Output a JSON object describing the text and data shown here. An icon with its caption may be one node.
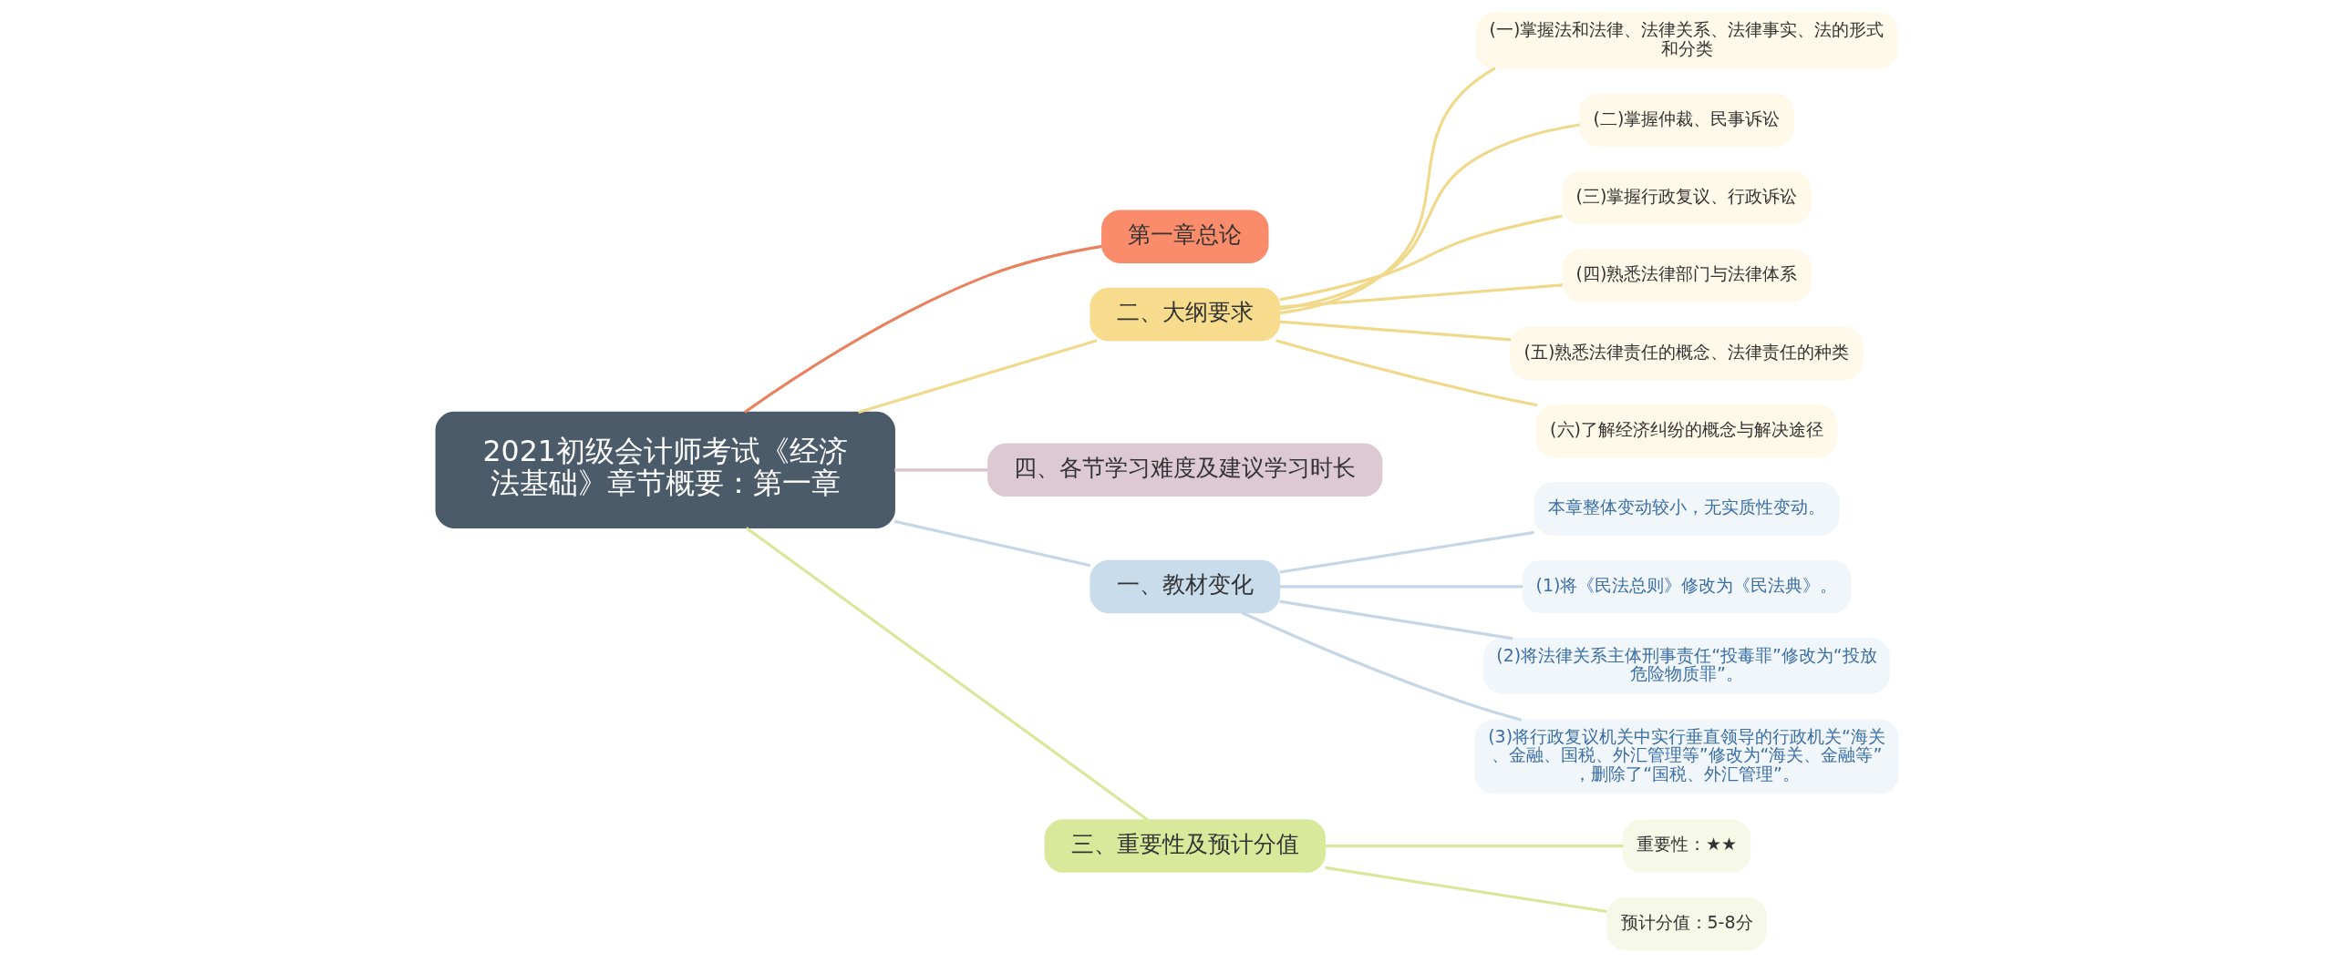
{
  "diagram": {
    "nodes": [
      {
        "text": [
          "2021初级会计师考试《经济法基础》章节概要：第一章"
        ]
      },
      {
        "text": [
          "第一章总论"
        ]
      },
      {
        "text": [
          "二、大纲要求"
        ]
      },
      {
        "text": [
          "(一)掌握法和法律、法律关系、法律事实、法的形式和分类"
        ]
      },
      {
        "text": [
          "(二)掌握仲裁、民事诉讼"
        ]
      },
      {
        "text": [
          "(三)掌握行政复议、行政诉讼"
        ]
      },
      {
        "text": [
          "(四)熟悉法律部门与法律体系"
        ]
      },
      {
        "text": [
          "(五)熟悉法律责任的概念、法律责任的种类"
        ]
      },
      {
        "text": [
          "(六)了解经济纠纷的概念与解决途径"
        ]
      },
      {
        "text": [
          "四、各节学习难度及建议学习时长"
        ]
      },
      {
        "text": [
          "一、教材变化"
        ]
      },
      {
        "text": [
          "本章整体变动较小，无实质性变动。"
        ]
      },
      {
        "text": [
          "(1)将《民法总则》修改为《民法典》。"
        ]
      },
      {
        "text": [
          "(2)将法律关系主体刑事责任“投毒罪”修改为“投放危险物质罪”。"
        ]
      },
      {
        "text": [
          "(3)将行政复议机关中实行垂直领导的行政机关“海关、金融、国税、外汇管理等”修改为“海关、金融等”，删除了“国税、外汇管理”。"
        ]
      },
      {
        "text": [
          "三、重要性及预计分值"
        ]
      },
      {
        "text": [
          "重要性：★★"
        ]
      },
      {
        "text": [
          "预计分值：5-8分"
        ]
      }
    ],
    "edges": [
      {
        "from": 0,
        "to": 1,
        "arrow": "none",
        "color": "#e8825e"
      },
      {
        "from": 0,
        "to": 2,
        "arrow": "none",
        "color": "#f0d98a"
      },
      {
        "from": 2,
        "to": 3,
        "arrow": "none",
        "color": "#f0d98a"
      },
      {
        "from": 2,
        "to": 4,
        "arrow": "none",
        "color": "#f0d98a"
      },
      {
        "from": 2,
        "to": 5,
        "arrow": "none",
        "color": "#f0d98a"
      },
      {
        "from": 2,
        "to": 6,
        "arrow": "none",
        "color": "#f0d98a"
      },
      {
        "from": 2,
        "to": 7,
        "arrow": "none",
        "color": "#f0d98a"
      },
      {
        "from": 2,
        "to": 8,
        "arrow": "none",
        "color": "#f0d98a"
      },
      {
        "from": 0,
        "to": 9,
        "arrow": "none",
        "color": "#d8c4cc"
      },
      {
        "from": 0,
        "to": 10,
        "arrow": "none",
        "color": "#c5d6e6"
      },
      {
        "from": 10,
        "to": 11,
        "arrow": "none",
        "color": "#c5d6e6"
      },
      {
        "from": 10,
        "to": 12,
        "arrow": "none",
        "color": "#c5d6e6"
      },
      {
        "from": 10,
        "to": 13,
        "arrow": "none",
        "color": "#c5d6e6"
      },
      {
        "from": 10,
        "to": 14,
        "arrow": "none",
        "color": "#c5d6e6"
      },
      {
        "from": 0,
        "to": 15,
        "arrow": "none",
        "color": "#d9e79a"
      },
      {
        "from": 15,
        "to": 16,
        "arrow": "none",
        "color": "#d9e79a"
      },
      {
        "from": 15,
        "to": 17,
        "arrow": "none",
        "color": "#d9e79a"
      }
    ]
  }
}
